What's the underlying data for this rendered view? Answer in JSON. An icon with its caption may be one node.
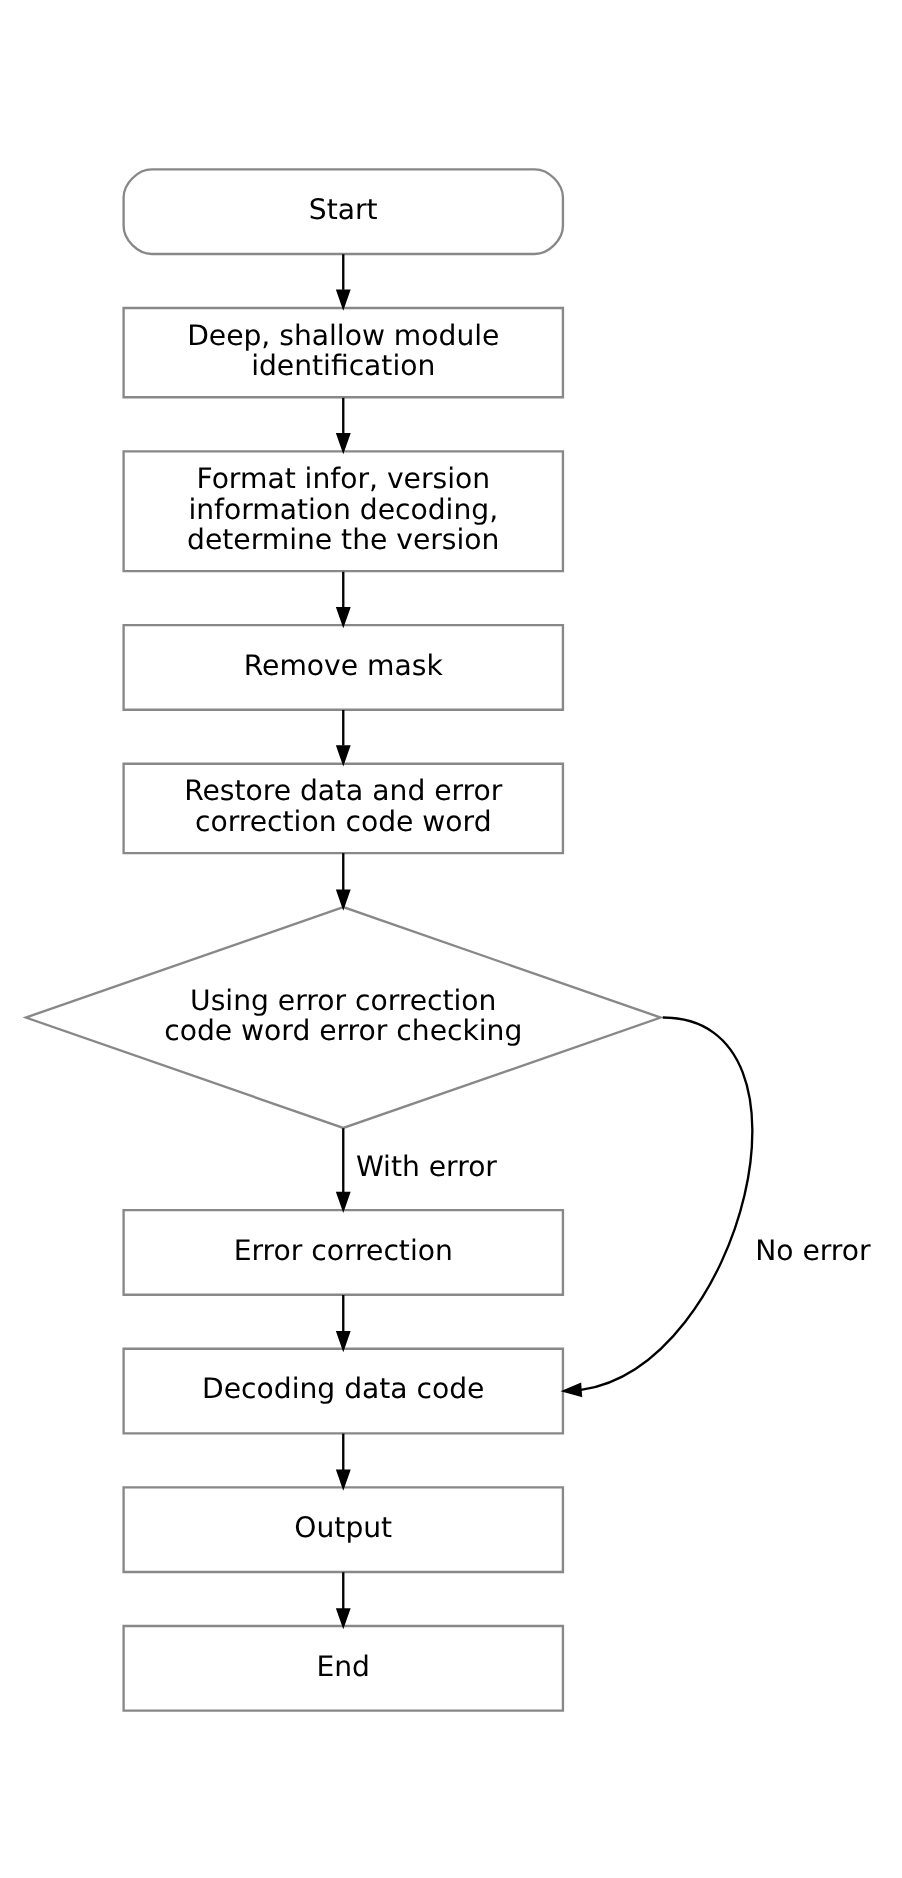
{
  "diagram": {
    "nodes": [
      {
        "text": [
          "Start"
        ]
      },
      {
        "text": [
          "Deep, shallow module identification"
        ]
      },
      {
        "text": [
          "Format infor, version information decoding, determine the version"
        ]
      },
      {
        "text": [
          "Remove mask"
        ]
      },
      {
        "text": [
          "Restore data and error correction code word"
        ]
      },
      {
        "text": [
          "Using error correction code word error checking"
        ]
      },
      {
        "text": [
          "Error correction"
        ]
      },
      {
        "text": [
          "Decoding data code"
        ]
      },
      {
        "text": [
          "Output"
        ]
      },
      {
        "text": [
          "End"
        ]
      }
    ],
    "edges": [
      {
        "from": 0,
        "to": 1,
        "arrow": "to"
      },
      {
        "from": 1,
        "to": 2,
        "arrow": "to"
      },
      {
        "from": 2,
        "to": 3,
        "arrow": "to"
      },
      {
        "from": 3,
        "to": 4,
        "arrow": "to"
      },
      {
        "from": 4,
        "to": 5,
        "arrow": "to"
      },
      {
        "from": 5,
        "to": 6,
        "arrow": "to",
        "label": "With error"
      },
      {
        "from": 6,
        "to": 7,
        "arrow": "to"
      },
      {
        "from": 5,
        "to": 7,
        "arrow": "to",
        "label": "No error"
      },
      {
        "from": 7,
        "to": 8,
        "arrow": "to"
      },
      {
        "from": 8,
        "to": 9,
        "arrow": "to"
      }
    ]
  }
}
